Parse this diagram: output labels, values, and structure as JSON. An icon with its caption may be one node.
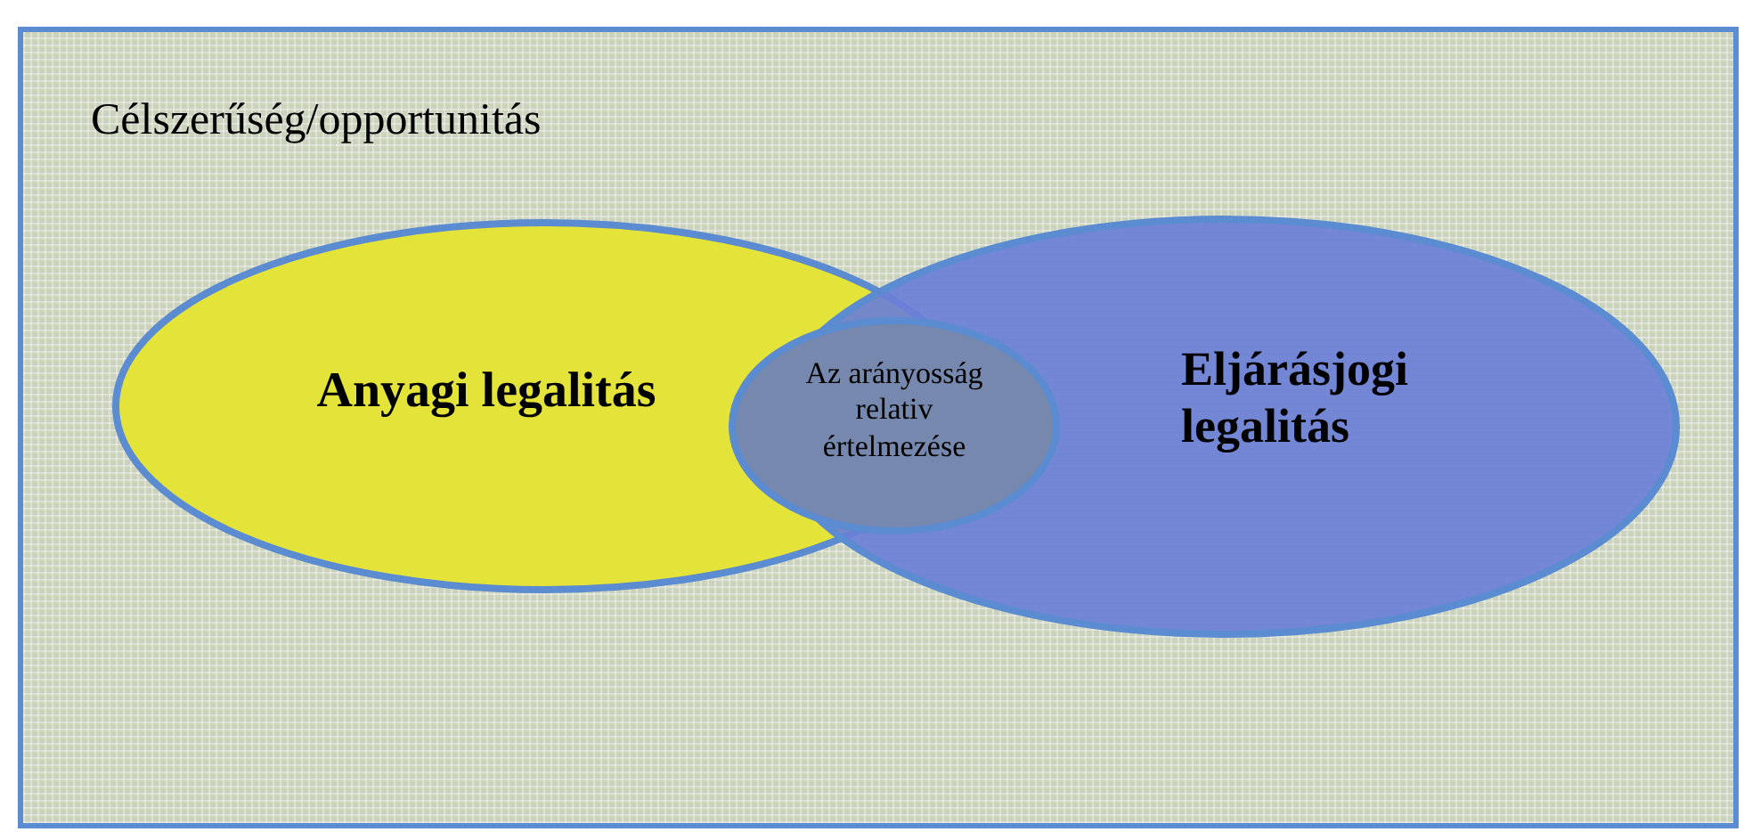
{
  "diagram": {
    "nodes": [
      {
        "text": [
          "Célszerűség/opportunitás"
        ]
      },
      {
        "text": [
          "Anyagi legalitás"
        ],
        "in": 0
      },
      {
        "text": [
          "Eljárásjogi legalitás"
        ],
        "in": 0
      },
      {
        "text": [
          "Az arányosság relativ értelmezése"
        ],
        "in": 0
      }
    ]
  }
}
